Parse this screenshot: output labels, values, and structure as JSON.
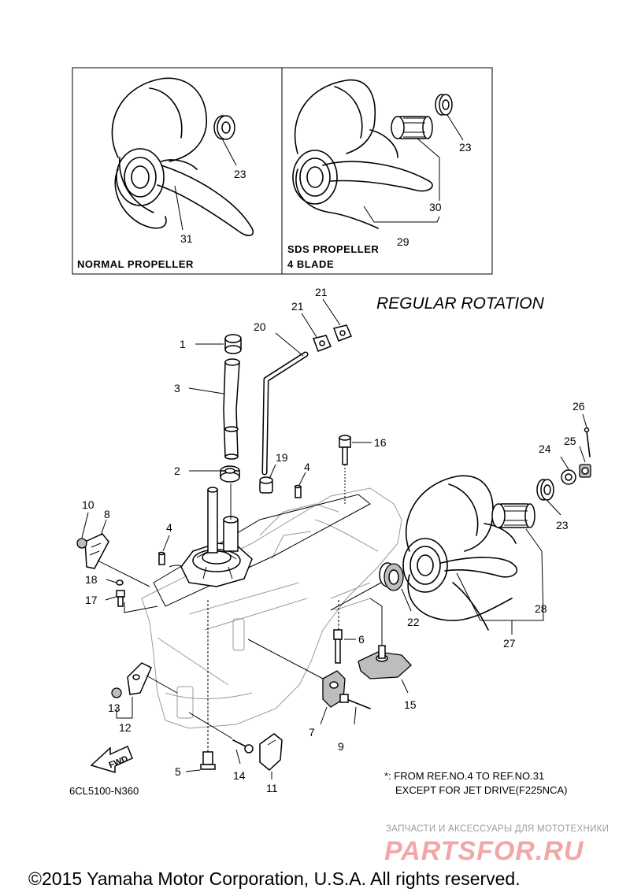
{
  "panels": {
    "normal": {
      "label": "NORMAL PROPELLER"
    },
    "sds": {
      "label_line1": "SDS PROPELLER",
      "label_line2": "4 BLADE"
    }
  },
  "heading": "REGULAR ROTATION",
  "callouts": {
    "p1": "1",
    "p2": "2",
    "p3": "3",
    "p4a": "4",
    "p4b": "4",
    "p5": "5",
    "p6": "6",
    "p7": "7",
    "p8": "8",
    "p9": "9",
    "p10": "10",
    "p11": "11",
    "p12": "12",
    "p13": "13",
    "p14": "14",
    "p15": "15",
    "p16": "16",
    "p17": "17",
    "p18": "18",
    "p19": "19",
    "p20": "20",
    "p21a": "21",
    "p21b": "21",
    "p22": "22",
    "p23a": "23",
    "p23b": "23",
    "p23c": "23",
    "p24": "24",
    "p25": "25",
    "p26": "26",
    "p27": "27",
    "p28": "28",
    "p29": "29",
    "p30": "30",
    "p31": "31"
  },
  "fwd_label": "FWD",
  "diagram_code": "6CL5100-N360",
  "note": {
    "line1": "*: FROM REF.NO.4 TO REF.NO.31",
    "line2": "EXCEPT FOR JET DRIVE(F225NCA)"
  },
  "watermark": {
    "tagline": "ЗАПЧАСТИ И АКСЕССУАРЫ ДЛЯ МОТОТЕХНИКИ",
    "logo": "PARTSFOR.RU"
  },
  "copyright": "©2015 Yamaha Motor Corporation, U.S.A. All rights reserved.",
  "colors": {
    "ink": "#000000",
    "watermark_logo": "#f2a7a7",
    "watermark_text": "#9c9c9c"
  }
}
